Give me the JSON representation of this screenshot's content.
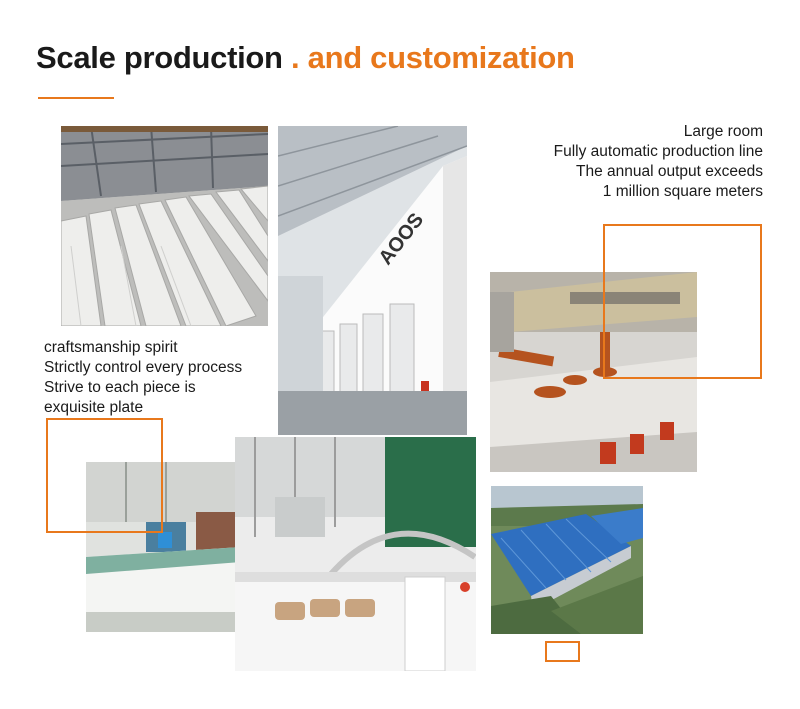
{
  "header": {
    "title_main": "Scale production",
    "title_accent": " . and customization"
  },
  "captions": {
    "right": [
      "Large room",
      "Fully automatic production line",
      "The annual output exceeds",
      "1 million square meters"
    ],
    "left": [
      "craftsmanship spirit",
      "Strictly control every process",
      "Strive to each piece is",
      "exquisite plate"
    ]
  },
  "photos": {
    "warehouse_slabs": "warehouse-slabs-photo",
    "factory_hall_sign": "AOOS",
    "robotic_line": "robotic-production-line-photo",
    "polishing_line": "polishing-line-photo",
    "machinery_closeup": "machinery-closeup-photo",
    "factory_aerial": "factory-aerial-photo"
  },
  "colors": {
    "accent": "#e8781c",
    "text": "#1a1a1a",
    "roof_blue": "#2f6fc0"
  }
}
